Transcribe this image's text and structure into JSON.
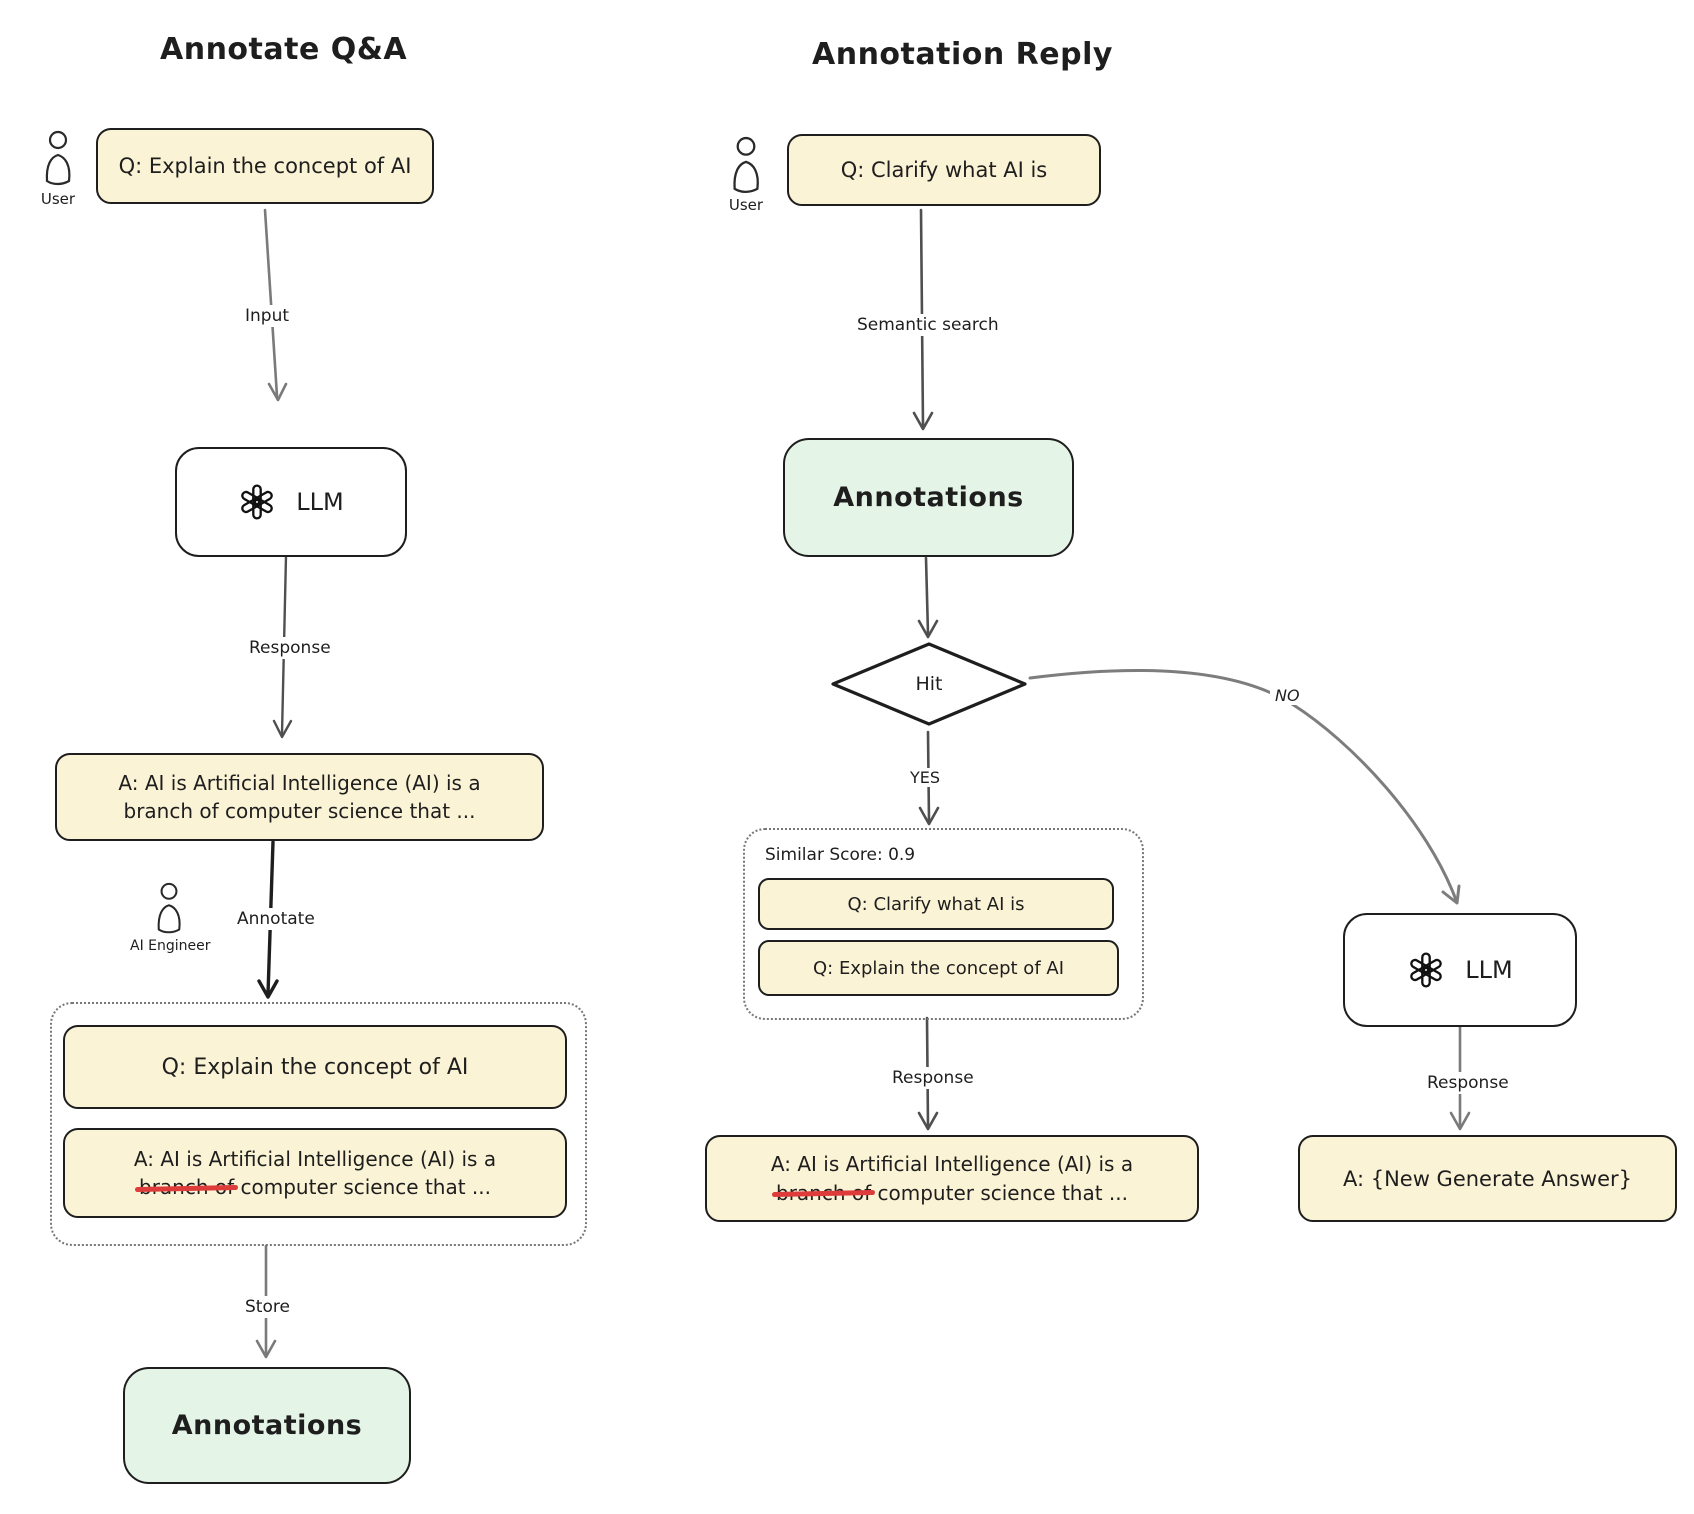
{
  "left": {
    "title": "Annotate Q&A",
    "user_label": "User",
    "question": "Q: Explain the concept of AI",
    "input_label": "Input",
    "llm_label": "LLM",
    "response_label": "Response",
    "answer_line1": "A: AI is Artificial Intelligence (AI) is a",
    "answer_line2": "branch of computer science that ...",
    "annotate_label": "Annotate",
    "engineer_label": "AI Engineer",
    "annotated_question": "Q: Explain the concept of AI",
    "annotated_answer_line1": "A: AI is Artificial Intelligence (AI) is a",
    "annotated_answer_struck": "branch of",
    "annotated_answer_rest": "computer science that ...",
    "store_label": "Store",
    "annotations_label": "Annotations"
  },
  "right": {
    "title": "Annotation Reply",
    "user_label": "User",
    "question": "Q: Clarify what AI is",
    "search_label": "Semantic search",
    "annotations_label": "Annotations",
    "decision_label": "Hit",
    "yes_label": "YES",
    "no_label": "NO",
    "score_label": "Similar Score: 0.9",
    "match_question1": "Q: Clarify what AI is",
    "match_question2": "Q: Explain the concept of AI",
    "response_label": "Response",
    "answer_line1": "A: AI is Artificial Intelligence (AI) is a",
    "answer_struck": "branch of",
    "answer_rest": "computer science that ...",
    "llm_label": "LLM",
    "response_label2": "Response",
    "new_answer": "A: {New Generate Answer}"
  },
  "colors": {
    "note_fill": "#FBF3D5",
    "store_fill": "#E4F5E7",
    "stroke": "#1e1e1e",
    "arrow_gray": "#6f6f6f",
    "strike_red": "#DE3B3B"
  }
}
